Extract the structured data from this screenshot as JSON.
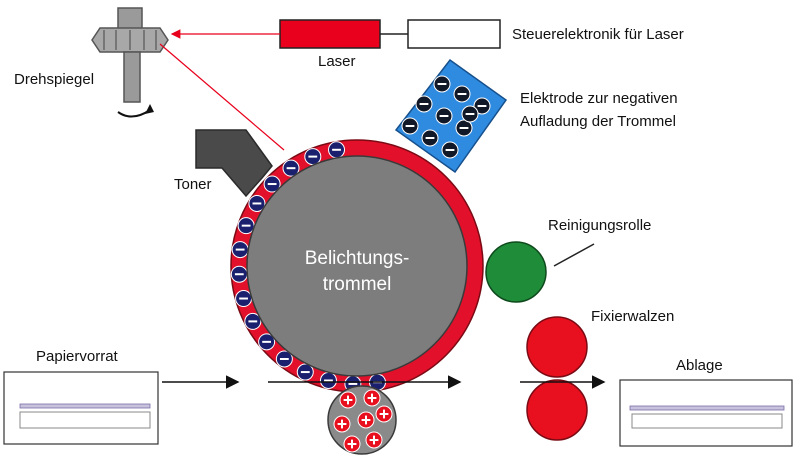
{
  "labels": {
    "drehspiegel": "Drehspiegel",
    "laser": "Laser",
    "steuerelektronik": "Steuerelektronik für Laser",
    "elektrode_line1": "Elektrode zur negativen",
    "elektrode_line2": "Aufladung der Trommel",
    "toner": "Toner",
    "trommel_line1": "Belichtungs-",
    "trommel_line2": "trommel",
    "reinigungsrolle": "Reinigungsrolle",
    "fixierwalzen": "Fixierwalzen",
    "papiervorrat": "Papiervorrat",
    "ablage": "Ablage"
  },
  "colors": {
    "laser": "#e8001c",
    "drum": "#7d7d7d",
    "drum_ring": "#e2102a",
    "charge_blue": "#1a1f6e",
    "electrode": "#2f8be0",
    "cleaning_roller": "#1f8c3a",
    "fuser": "#e8101e",
    "transfer_roller": "#8a8a8a",
    "toner": "#4a4a4a",
    "mirror": "#8e8e8e"
  },
  "icons": {
    "negative_charge": "minus-circle-icon",
    "positive_charge": "plus-circle-icon",
    "rotation": "rotation-arrow-icon"
  }
}
